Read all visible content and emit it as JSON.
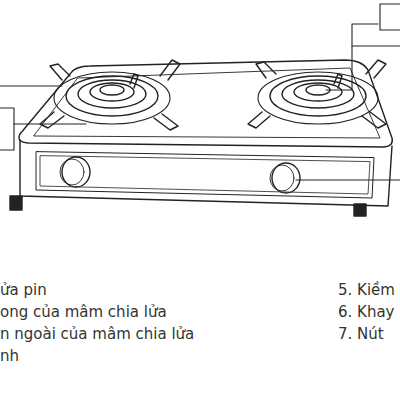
{
  "diagram": {
    "labels": [
      "ửa pin",
      "ong của mâm chia lửa",
      "n ngoài của mâm chia lửa",
      "nh",
      "5. Kiềm",
      "6. Khay",
      "7. Nút"
    ]
  }
}
